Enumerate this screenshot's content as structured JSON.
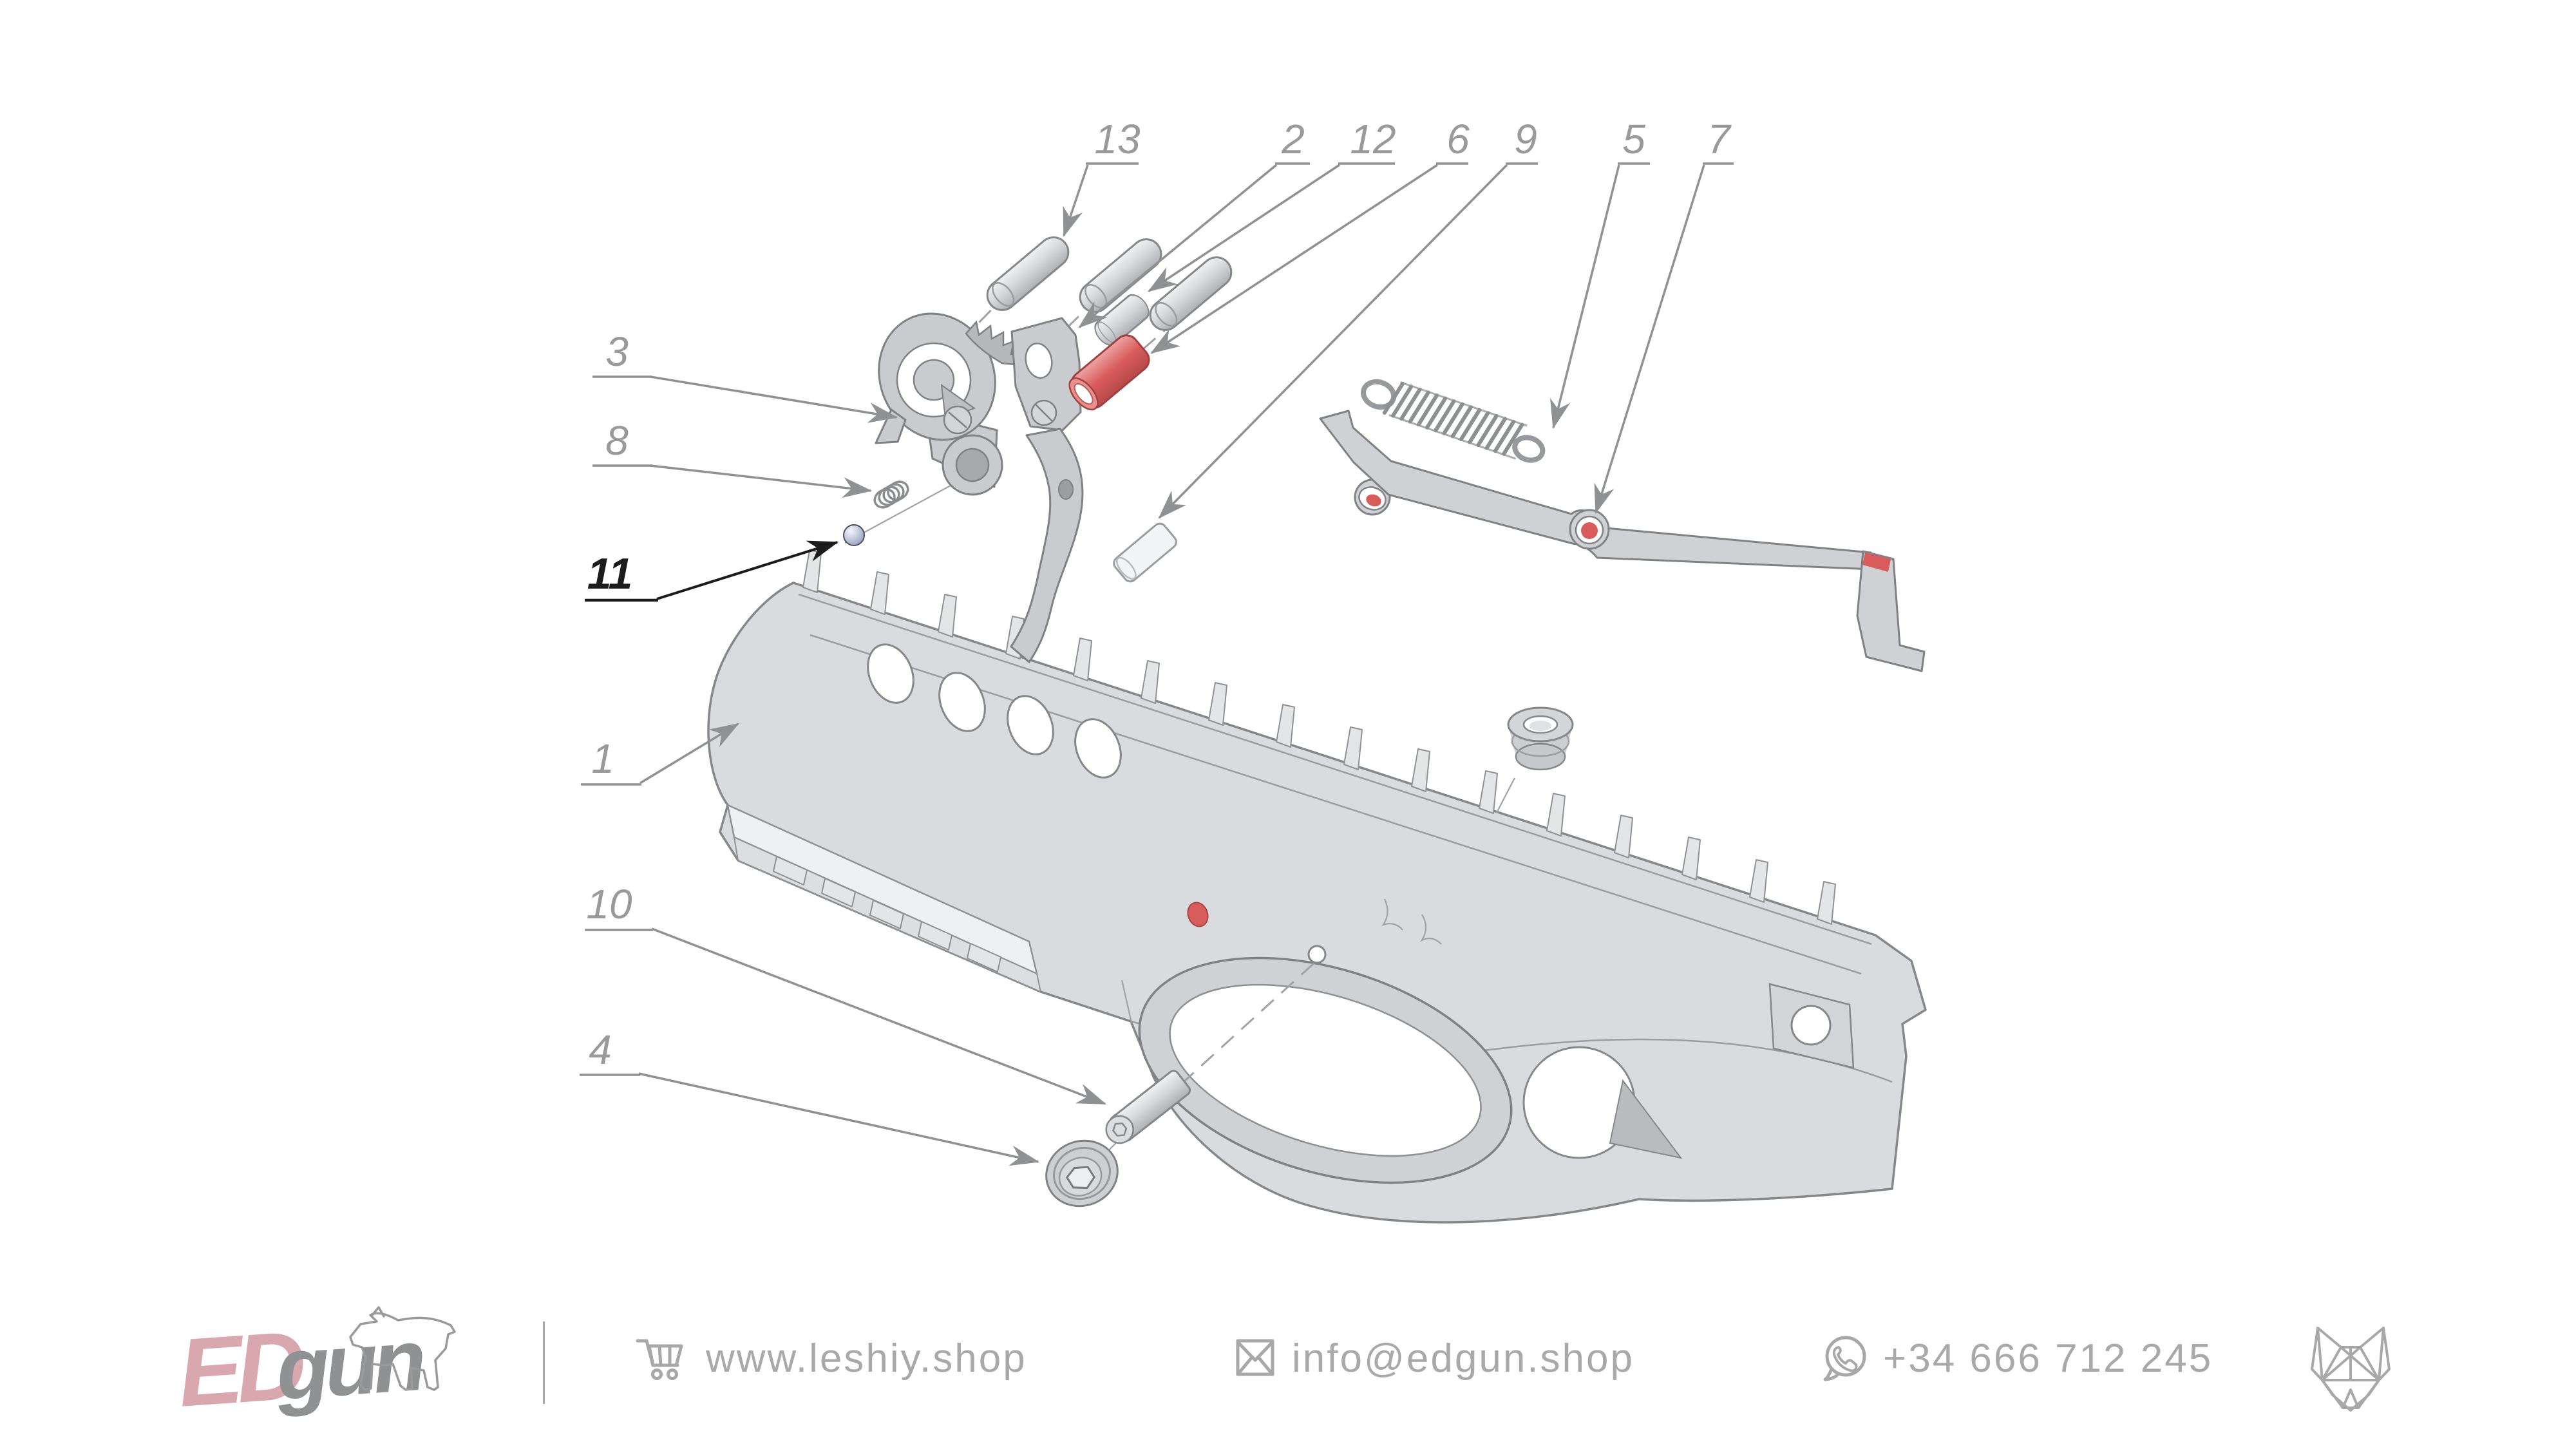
{
  "callouts": {
    "n1": "1",
    "n2": "2",
    "n3": "3",
    "n4": "4",
    "n5": "5",
    "n6": "6",
    "n7": "7",
    "n8": "8",
    "n9": "9",
    "n10": "10",
    "n11": "11",
    "n12": "12",
    "n13": "13"
  },
  "footer": {
    "brand_ed": "ED",
    "brand_gun": "gun",
    "website": "www.leshiy.shop",
    "email": "info@edgun.shop",
    "phone": "+34 666 712 245"
  },
  "colors": {
    "accent_red": "#d95c5c",
    "accent_red_dark": "#b04848",
    "label_gray": "#9a9a9a",
    "label_highlight": "#1c1c1c",
    "footer_gray": "#a9a9a9",
    "brand_pink": "#d9a7ae",
    "brand_gray": "#8f9193"
  }
}
